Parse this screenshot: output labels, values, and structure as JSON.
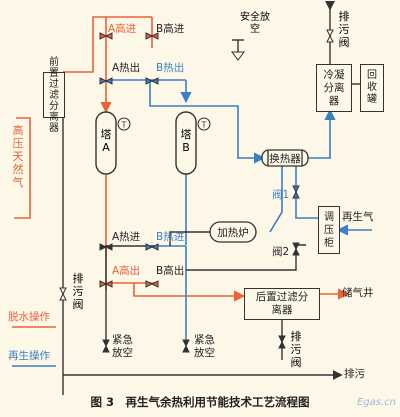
{
  "equipment": {
    "prefilter": "前置过滤分离器",
    "tower_a": "塔A",
    "tower_b": "塔B",
    "heat_exchanger": "换热器",
    "heater": "加热炉",
    "condenser": "冷凝分离器",
    "recovery_tank": "回收罐",
    "pressure_cabinet": "调压柜",
    "post_filter": "后置过滤分离器",
    "temp_gauge_symbol": "T"
  },
  "labels": {
    "a_high_in_top": "A高进",
    "b_high_in_top": "B高进",
    "a_hot_out": "A热出",
    "b_hot_out": "B热出",
    "a_hot_in": "A热进",
    "b_hot_in": "B热进",
    "a_high_out": "A高出",
    "b_high_out": "B高出",
    "safety_vent": "安全放空",
    "drain_valve_top": "排污阀",
    "drain_valve_mid": "排污阀",
    "drain_valve_bottom": "排污阀",
    "valve1": "阀1",
    "valve2": "阀2",
    "regen_gas": "再生气",
    "high_pressure_gas": "高压天然气",
    "emergency_vent_a": "紧急放空",
    "emergency_vent_b": "紧急放空",
    "gas_storage_well": "储气井",
    "drain": "排污",
    "dehydration_op": "脱水操作",
    "regeneration_op": "再生操作"
  },
  "caption": "图 3　再生气余热利用节能技术工艺流程图",
  "watermark": "Egas.cn",
  "colors": {
    "dehydration": "#e8623a",
    "regeneration": "#3b7fc4",
    "line": "#333333",
    "background": "#fdf7e7"
  }
}
